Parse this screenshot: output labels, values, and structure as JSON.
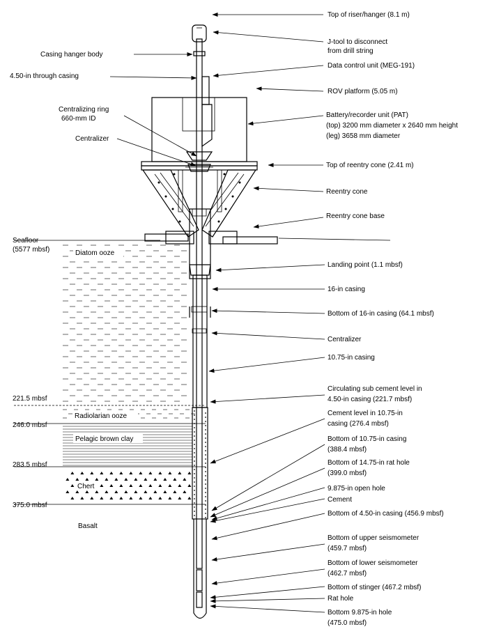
{
  "left_labels": {
    "casing_hanger_body": "Casing hanger body",
    "through_casing": "4.50-in through casing",
    "centralizing_ring_1": "Centralizing ring",
    "centralizing_ring_2": "660-mm ID",
    "centralizer": "Centralizer",
    "seafloor_1": "Seafloor",
    "seafloor_2": "(5577 mbsf)"
  },
  "layers": {
    "diatom_ooze": "Diatom ooze",
    "radiolarian_ooze": "Radiolarian ooze",
    "pelagic_brown_clay": "Pelagic brown clay",
    "chert": "Chert",
    "basalt": "Basalt"
  },
  "depths": {
    "d1": "221.5 mbsf",
    "d2": "246.0 mbsf",
    "d3": "283.5 mbsf",
    "d4": "375.0 mbsf"
  },
  "right_labels": {
    "top_riser": "Top of riser/hanger (8.1 m)",
    "jtool_1": "J-tool to disconnect",
    "jtool_2": "from drill string",
    "data_control": "Data control unit (MEG-191)",
    "rov_platform": "ROV  platform (5.05 m)",
    "battery_1": "Battery/recorder unit (PAT)",
    "battery_2": "(top) 3200 mm diameter x 2640 mm height",
    "battery_3": "(leg) 3658 mm diameter",
    "top_reentry": "Top of reentry cone (2.41 m)",
    "reentry_cone": "Reentry cone",
    "reentry_base": "Reentry cone base",
    "landing_point": "Landing point (1.1 mbsf)",
    "casing_16": "16-in casing",
    "bottom_16": "Bottom of 16-in casing (64.1 mbsf)",
    "centralizer": "Centralizer",
    "casing_1075": "10.75-in casing",
    "circulating_1": "Circulating sub cement level in",
    "circulating_2": "4.50-in casing (221.7 mbsf)",
    "cement_level_1": "Cement level in 10.75-in",
    "cement_level_2": "casing (276.4 mbsf)",
    "bottom_1075_1": "Bottom of 10.75-in casing",
    "bottom_1075_2": "(388.4 mbsf)",
    "bottom_rat_1": "Bottom of 14.75-in rat hole",
    "bottom_rat_2": "(399.0 mbsf)",
    "open_hole": "9.875-in open hole",
    "cement": "Cement",
    "bottom_450": "Bottom of 4.50-in casing (456.9 mbsf)",
    "upper_seis_1": "Bottom of upper seismometer",
    "upper_seis_2": "(459.7 mbsf)",
    "lower_seis_1": "Bottom of lower seismometer",
    "lower_seis_2": "(462.7 mbsf)",
    "stinger": "Bottom of stinger (467.2 mbsf)",
    "rat_hole": "Rat hole",
    "bottom_hole_1": "Bottom 9.875-in hole",
    "bottom_hole_2": "(475.0 mbsf)"
  }
}
